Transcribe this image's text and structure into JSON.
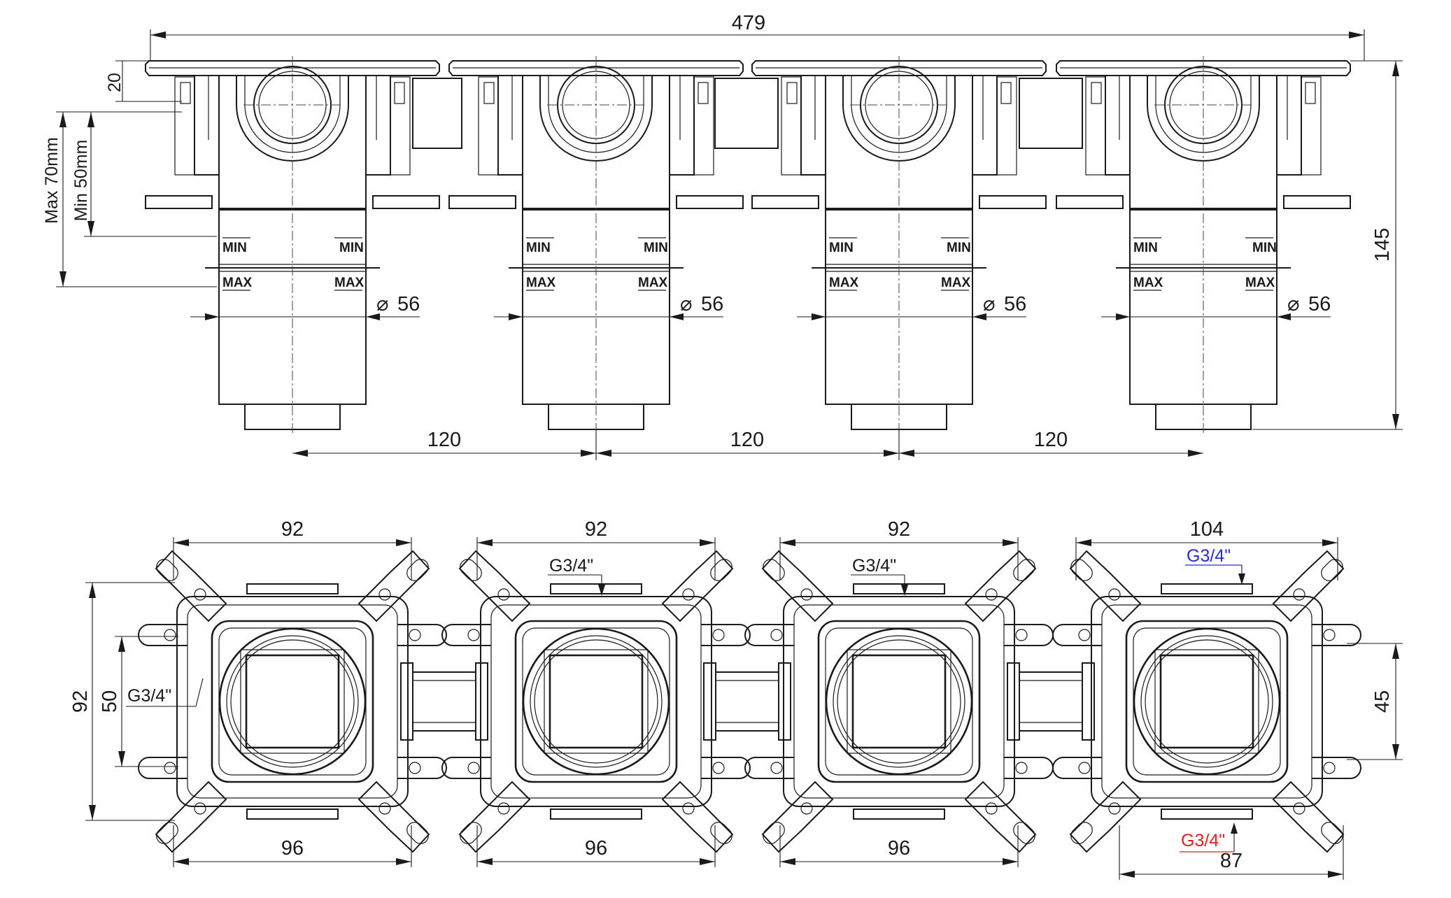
{
  "colors": {
    "line": "#1a1a1a",
    "blue_label": "#2b2bd6",
    "red_label": "#e02020"
  },
  "side_view": {
    "overall_width": "479",
    "plate_height": "20",
    "max_depth": "Max 70mm",
    "min_depth": "Min 50mm",
    "total_height": "145",
    "diameter_symbol": "⌀",
    "sleeve_diameter": "56",
    "spacing": [
      "120",
      "120",
      "120"
    ],
    "min_mark": "MIN",
    "max_mark": "MAX"
  },
  "top_view": {
    "widths_top": [
      "92",
      "92",
      "92",
      "104"
    ],
    "widths_bottom": [
      "96",
      "96",
      "96",
      "87"
    ],
    "height_left": "92",
    "height_inner": "50",
    "height_right": "45",
    "thread_left": "G3/4\"",
    "thread_top_2": "G3/4\"",
    "thread_top_3": "G3/4\"",
    "thread_top_4": "G3/4\"",
    "thread_bottom_4": "G3/4\""
  }
}
